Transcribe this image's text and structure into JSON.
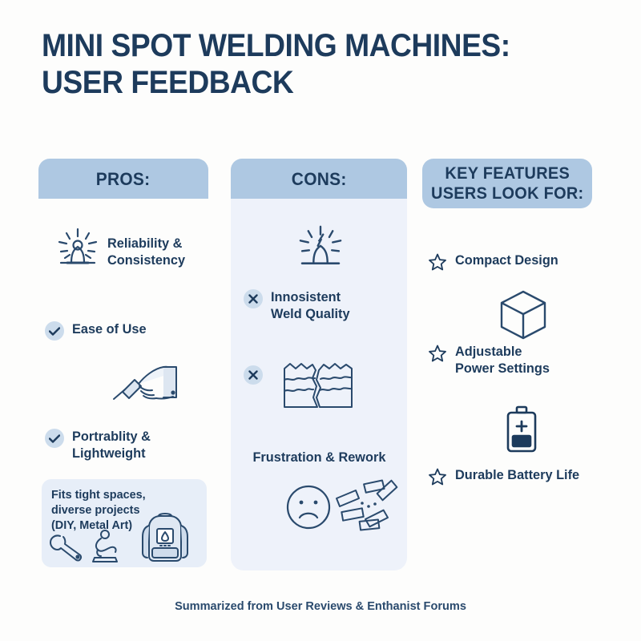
{
  "title": {
    "line1": "MINI SPOT WELDING MACHINES:",
    "line2": "USER FEEDBACK"
  },
  "colors": {
    "background": "#fdfdfc",
    "navy": "#1d3b5c",
    "header_band": "#aec8e2",
    "panel": "#eef2fa",
    "note_box": "#e7eef8",
    "bullet_circle": "#ccdcec"
  },
  "columns": {
    "pros": {
      "header": "PROS:",
      "items": [
        {
          "label": "Reliability &\nConsistency",
          "bullet": "none",
          "icon": "weld-spark-icon"
        },
        {
          "label": "Ease of Use",
          "bullet": "check",
          "icon": "none"
        },
        {
          "label": "Portrablity &\nLightweight",
          "bullet": "check",
          "icon": "hand-welding-gun-icon"
        }
      ],
      "note": {
        "line1": "Fits tight spaces,",
        "line2": "diverse projects",
        "line3": "(DIY, Metal Art)",
        "icons": [
          "wrench-icon",
          "sculpture-icon",
          "backpack-icon"
        ]
      }
    },
    "cons": {
      "header": "CONS:",
      "items": [
        {
          "label": "Innosistent\nWeld Quality",
          "bullet": "cross",
          "icon": "weld-spark-icon"
        },
        {
          "label": "Frustration & Rework",
          "bullet": "cross",
          "icon": "cracked-metal-icon"
        }
      ],
      "extra_icons": [
        "sad-face-icon",
        "scrap-pieces-icon"
      ]
    },
    "features": {
      "header_line1": "KEY FEATURES",
      "header_line2": "USERS LOOK FOR:",
      "items": [
        {
          "label": "Compact Design",
          "bullet": "star",
          "icon": "cube-icon"
        },
        {
          "label": "Adjustable\nPower Settings",
          "bullet": "star",
          "icon": "battery-icon"
        },
        {
          "label": "Durable Battery Life",
          "bullet": "star",
          "icon": "none"
        }
      ]
    }
  },
  "footer": "Summarized from User Reviews & Enthanist Forums"
}
